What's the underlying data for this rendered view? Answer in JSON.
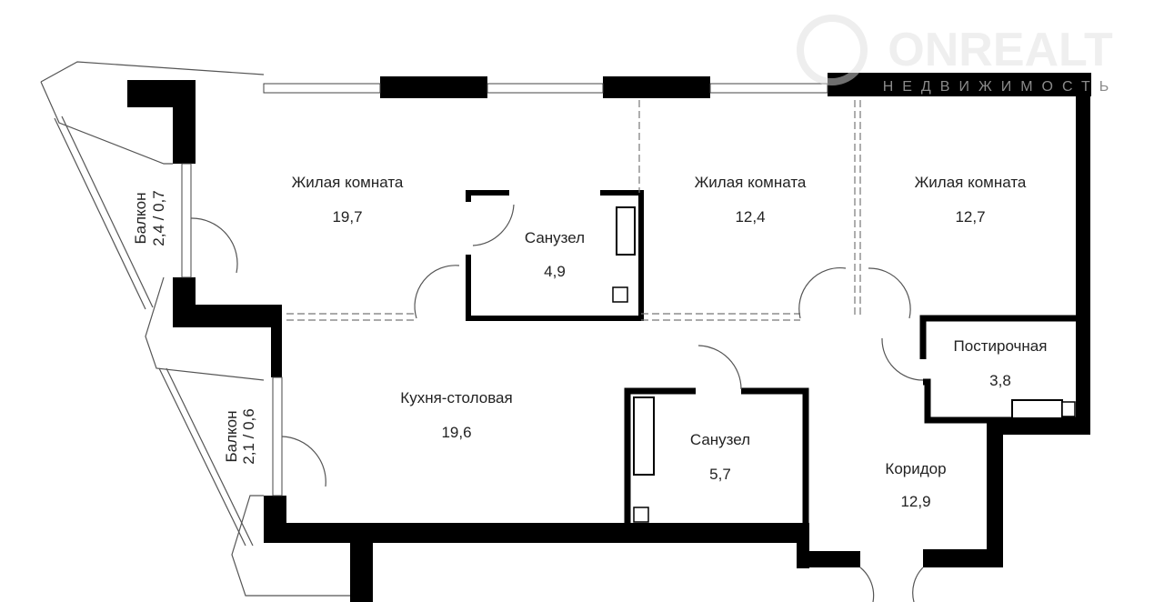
{
  "watermark": {
    "brand": "ONREALT",
    "subtitle": "НЕДВИЖИМОСТЬ"
  },
  "rooms": [
    {
      "name": "Жилая комната",
      "area": "19,7"
    },
    {
      "name": "Санузел",
      "area": "4,9"
    },
    {
      "name": "Жилая комната",
      "area": "12,4"
    },
    {
      "name": "Жилая комната",
      "area": "12,7"
    },
    {
      "name": "Постирочная",
      "area": "3,8"
    },
    {
      "name": "Кухня-столовая",
      "area": "19,6"
    },
    {
      "name": "Санузел",
      "area": "5,7"
    },
    {
      "name": "Коридор",
      "area": "12,9"
    }
  ],
  "balconies": [
    {
      "name": "Балкон",
      "area": "2,4 / 0,7"
    },
    {
      "name": "Балкон",
      "area": "2,1 / 0,6"
    }
  ]
}
